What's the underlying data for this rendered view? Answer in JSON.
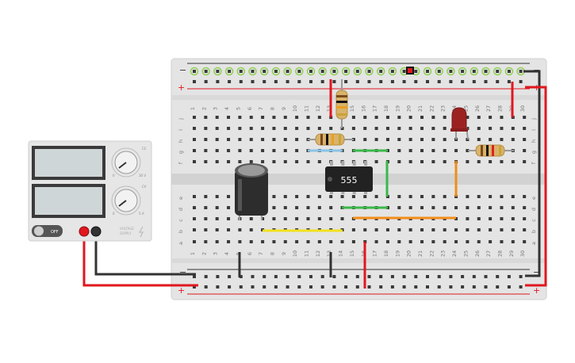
{
  "breadboard": {
    "columns": [
      "1",
      "2",
      "3",
      "4",
      "5",
      "6",
      "7",
      "8",
      "9",
      "10",
      "11",
      "12",
      "13",
      "14",
      "15",
      "16",
      "17",
      "18",
      "19",
      "20",
      "21",
      "22",
      "23",
      "24",
      "25",
      "26",
      "27",
      "28",
      "29",
      "30"
    ],
    "rows_top": [
      "j",
      "i",
      "h",
      "g",
      "f"
    ],
    "rows_bottom": [
      "e",
      "d",
      "c",
      "b",
      "a"
    ],
    "rail_minus": "−",
    "rail_plus": "+"
  },
  "chip": {
    "label": "555"
  },
  "power_supply": {
    "toggle_label": "OFF",
    "knob_top_max": "30 V",
    "knob_top_min": "0",
    "knob_bottom_max": "5 A",
    "knob_bottom_min": "0",
    "cc_label": "CC",
    "cv_label": "CV",
    "caption_line1": "VOLTAGE",
    "caption_line2": "SUPPLY",
    "display_top": "",
    "display_bottom": ""
  },
  "colors": {
    "board": "#e4e4e4",
    "wire_red": "#e0171f",
    "wire_black": "#333333",
    "wire_green": "#3bb84a",
    "wire_yellow": "#f2e01b",
    "wire_orange": "#f08c1a",
    "wire_blue": "#8ac4e6",
    "led": "#9c2222"
  }
}
